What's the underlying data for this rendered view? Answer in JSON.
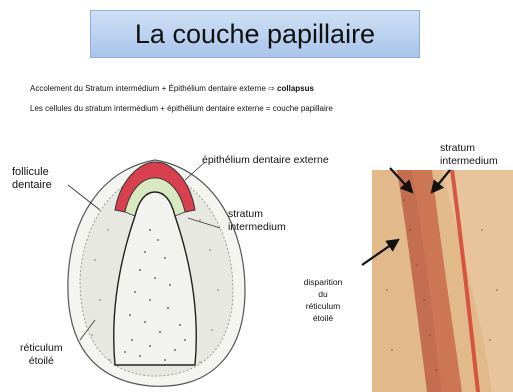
{
  "slide": {
    "title": "La couche papillaire",
    "line1_text": "Accolement du Stratum intermédium + Épithélium dentaire externe ⇨ ",
    "line1_bold": "collapsus",
    "line2": "Les cellules du stratum intermédium + épithélium dentaire externe = couche papillaire"
  },
  "figure_left": {
    "label_follicule": "follicule\ndentaire",
    "label_epithelium": "épithélium dentaire externe",
    "label_stratum": "stratum\nintermedium",
    "label_reticulum": "réticulum\nétoilé"
  },
  "figure_right": {
    "label_stratum": "stratum\nintermedium",
    "label_disparition": "disparition\ndu\nréticulum\nétoilé"
  },
  "colors": {
    "title_bg": "#b9d0f0",
    "enamel": "#d9404f",
    "dentin": "#d8e8c0",
    "photo_tissue": "#e2b98a"
  }
}
